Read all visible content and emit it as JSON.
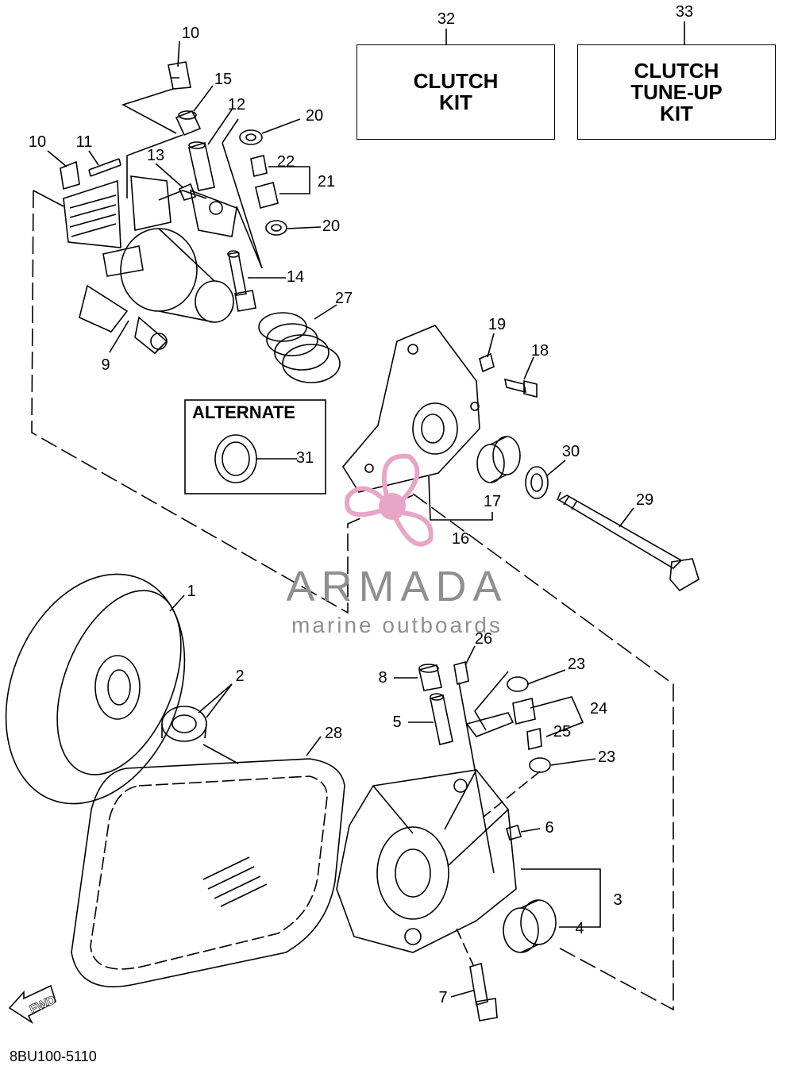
{
  "diagram_code": "8BU100-5110",
  "kits": [
    {
      "number": "32",
      "label": "CLUTCH\nKIT"
    },
    {
      "number": "33",
      "label": "CLUTCH\nTUNE-UP\nKIT"
    }
  ],
  "alternate_label": "ALTERNATE",
  "watermark": {
    "brand": "ARMADA",
    "tagline": "marine outboards"
  },
  "fwd_label": "FWD",
  "callouts": [
    "10",
    "15",
    "12",
    "20",
    "10",
    "11",
    "13",
    "22",
    "21",
    "20",
    "14",
    "27",
    "9",
    "19",
    "18",
    "30",
    "17",
    "29",
    "16",
    "31",
    "1",
    "26",
    "23",
    "8",
    "24",
    "2",
    "5",
    "25",
    "23",
    "28",
    "6",
    "3",
    "4",
    "7"
  ],
  "colors": {
    "ink": "#000000",
    "watermark_gray": "#8f8f8f",
    "watermark_pink": "#e7a6c6"
  }
}
